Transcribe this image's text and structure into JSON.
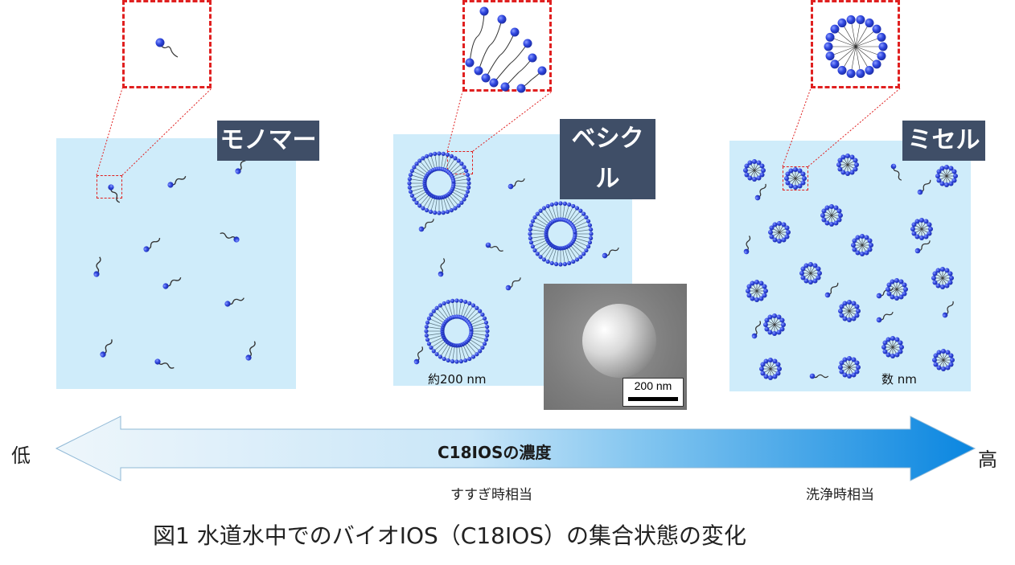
{
  "panels": {
    "monomer": {
      "label": "モノマー"
    },
    "vesicle": {
      "label": "ベシクル",
      "size_label": "約200 nm",
      "sem_scale": "200 nm"
    },
    "micelle": {
      "label": "ミセル",
      "size_label": "数 nm"
    }
  },
  "axis": {
    "low": "低",
    "high": "高",
    "title": "C18IOSの濃度",
    "rinse_label": "すすぎ時相当",
    "wash_label": "洗浄時相当"
  },
  "caption": "図1 水道水中でのバイオIOS（C18IOS）の集合状態の変化",
  "colors": {
    "panel_bg": "#cfecfa",
    "badge_bg": "#3f4e67",
    "head": "#2a3fd8",
    "zoom_border": "#e02020",
    "arrow_end": "#0a86e0",
    "arrow_start": "#e9f4fb"
  },
  "icons": {
    "monomer": "surfactant-molecule-icon",
    "vesicle": "vesicle-bilayer-icon",
    "micelle": "micelle-icon"
  }
}
